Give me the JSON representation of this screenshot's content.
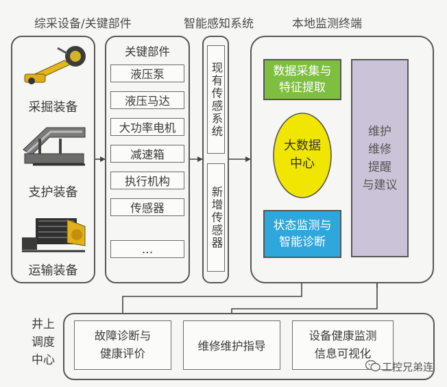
{
  "headers": {
    "equipment_parts": "综采设备/关键部件",
    "sensing_system": "智能感知系统",
    "local_terminal": "本地监测终端"
  },
  "equipment": [
    {
      "label": "采掘装备",
      "icon": "shearer-icon"
    },
    {
      "label": "支护装备",
      "icon": "hydraulic-support-icon"
    },
    {
      "label": "运输装备",
      "icon": "conveyor-icon"
    }
  ],
  "key_parts": {
    "title": "关键部件",
    "items": [
      "液压泵",
      "液压马达",
      "大功率电机",
      "减速箱",
      "执行机构",
      "传感器",
      "…"
    ]
  },
  "sensing": {
    "existing": "现有传感系统",
    "new": "新增传感器"
  },
  "terminal": {
    "acquisition": [
      "数据采集与",
      "特征提取"
    ],
    "big_data": [
      "大数据",
      "中心"
    ],
    "diagnosis": [
      "状态监测与",
      "智能诊断"
    ],
    "maintenance": [
      "维护",
      "维修",
      "提醒",
      "与建议"
    ]
  },
  "dispatch": {
    "title": [
      "井上",
      "调度",
      "中心"
    ],
    "boxes": [
      [
        "故障诊断与",
        "健康评价"
      ],
      [
        "维修维护指导"
      ],
      [
        "设备健康监测",
        "信息可视化"
      ]
    ]
  },
  "watermark": "工控兄弟连",
  "colors": {
    "green": "#7fbf3f",
    "yellow": "#f1e600",
    "blue": "#2fa6dc",
    "purple": "#cbc3d7"
  }
}
